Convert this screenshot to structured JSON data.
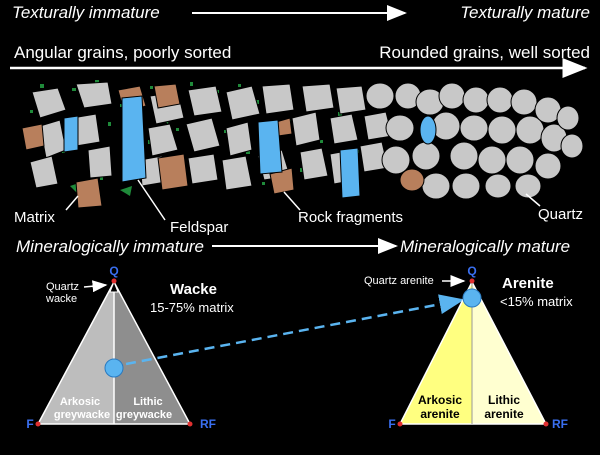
{
  "header": {
    "textural_left": "Texturally immature",
    "textural_right": "Texturally mature",
    "grains_left": "Angular grains, poorly sorted",
    "grains_right": "Rounded grains, well sorted"
  },
  "grain_labels": {
    "matrix": "Matrix",
    "feldspar": "Feldspar",
    "rock_fragments": "Rock fragments",
    "quartz": "Quartz"
  },
  "mineralogical": {
    "left": "Mineralogically immature",
    "right": "Mineralogically mature"
  },
  "wacke": {
    "vertex_q": "Q",
    "vertex_f": "F",
    "vertex_rf": "RF",
    "quartz_label_1": "Quartz",
    "quartz_label_2": "wacke",
    "title": "Wacke",
    "subtitle": "15-75% matrix",
    "left_field_1": "Arkosic",
    "left_field_2": "greywacke",
    "right_field_1": "Lithic",
    "right_field_2": "greywacke"
  },
  "arenite": {
    "vertex_q": "Q",
    "vertex_f": "F",
    "vertex_rf": "RF",
    "quartz_label": "Quartz arenite",
    "title": "Arenite",
    "subtitle": "<15% matrix",
    "left_field_1": "Arkosic",
    "left_field_2": "arenite",
    "right_field_1": "Lithic",
    "right_field_2": "arenite"
  },
  "colors": {
    "background": "#000000",
    "quartz_grain": "#c8c8c8",
    "feldspar_grain": "#5ab4f0",
    "rock_fragment": "#b87f5c",
    "matrix": "#1f8a3a",
    "wacke_left": "#bdbdbd",
    "wacke_right": "#8e8e8e",
    "arenite_left": "#ffff80",
    "arenite_right": "#ffffd0",
    "vertex_q": "#3a6ff0",
    "vertex_corner": "#e03030",
    "dashed_arrow": "#5ab4f0"
  }
}
